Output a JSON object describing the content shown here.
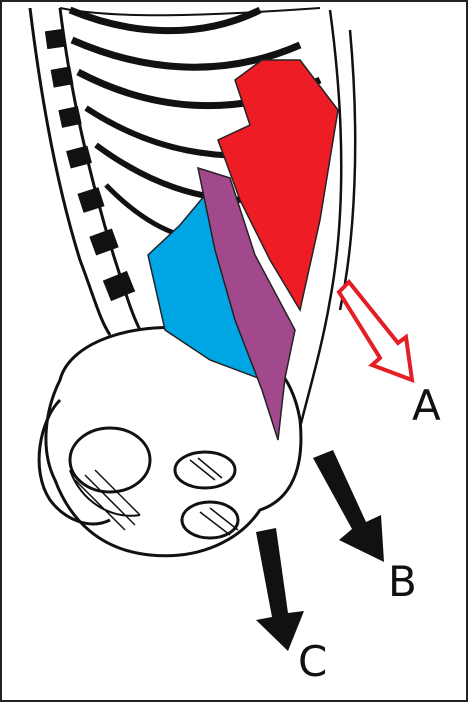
{
  "figure": {
    "labels": {
      "a": "A",
      "b": "B",
      "c": "C"
    },
    "colors": {
      "muscle_red": "#ee1c24",
      "muscle_blue": "#00a6e3",
      "muscle_purple": "#a2498e",
      "arrow_outline": "#e31e24",
      "arrow_solid": "#111111",
      "line": "#111111"
    }
  }
}
